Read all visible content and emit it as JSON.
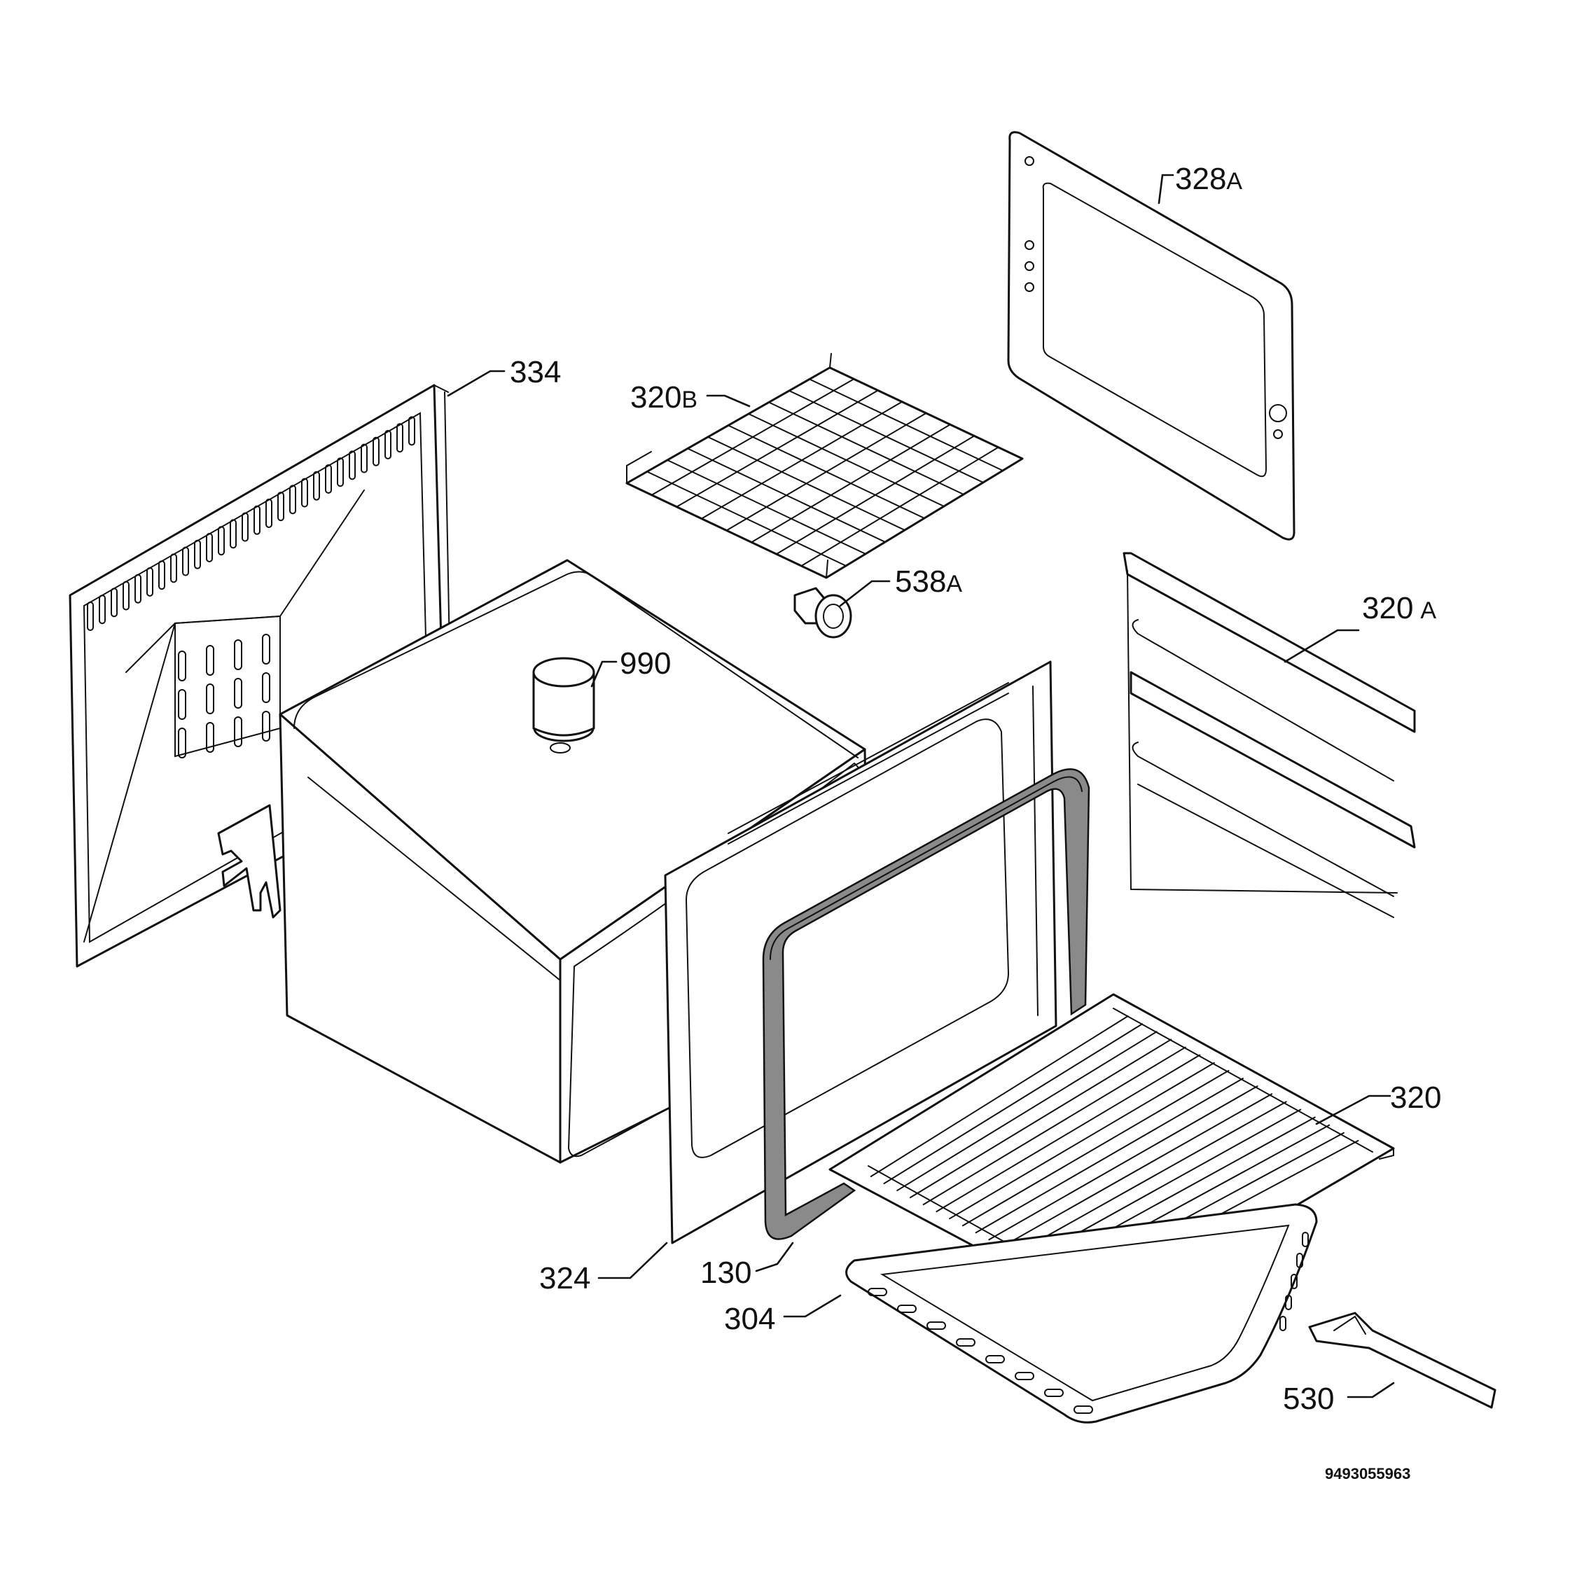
{
  "parts": [
    {
      "id": "334",
      "number": "334",
      "suffix": "",
      "component": "back-panel"
    },
    {
      "id": "320B",
      "number": "320",
      "suffix": "B",
      "component": "wire-shelf"
    },
    {
      "id": "328A",
      "number": "328",
      "suffix": "A",
      "component": "door-frame"
    },
    {
      "id": "538A",
      "number": "538",
      "suffix": "A",
      "component": "lamp-holder"
    },
    {
      "id": "320A",
      "number": "320",
      "suffix": "A",
      "component": "shelf-support"
    },
    {
      "id": "990",
      "number": "990",
      "suffix": "",
      "component": "top-connector"
    },
    {
      "id": "320",
      "number": "320",
      "suffix": "",
      "component": "oven-rack"
    },
    {
      "id": "324",
      "number": "324",
      "suffix": "",
      "component": "front-frame"
    },
    {
      "id": "130",
      "number": "130",
      "suffix": "",
      "component": "door-seal"
    },
    {
      "id": "304",
      "number": "304",
      "suffix": "",
      "component": "baking-tray"
    },
    {
      "id": "530",
      "number": "530",
      "suffix": "",
      "component": "tray-handle"
    }
  ],
  "document_number": "9493055963",
  "colors": {
    "line": "#111111",
    "background": "#ffffff",
    "gasket": "#8a8a8a"
  }
}
